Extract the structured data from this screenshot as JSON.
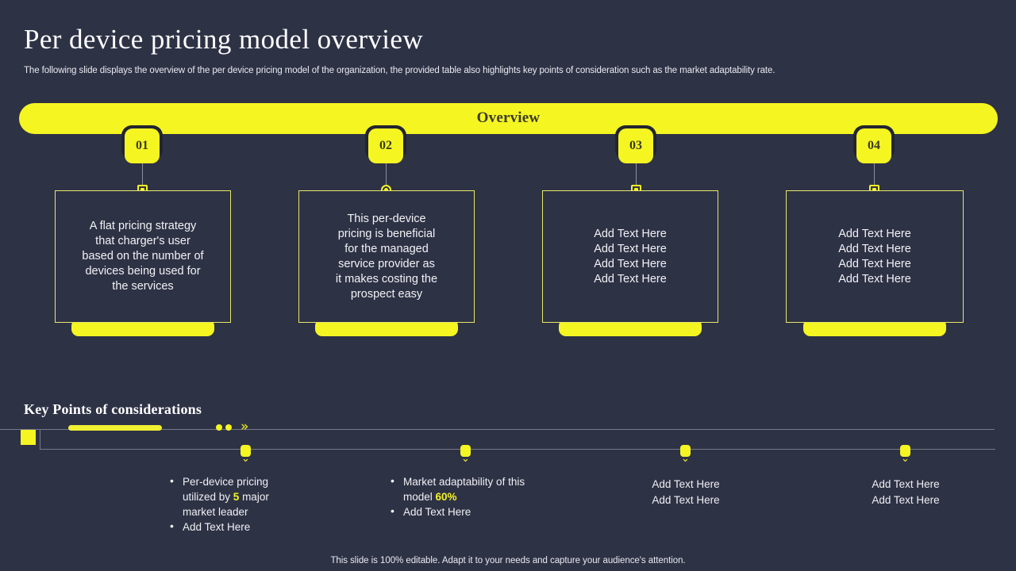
{
  "slide": {
    "title": "Per device pricing model overview",
    "subtitle": "The following slide displays the overview of the per device pricing model of the organization, the provided table also highlights key points of consideration such as the market adaptability rate.",
    "footer_note": "This slide is 100% editable. Adapt it to your needs and capture your audience's attention.",
    "background_color": "#2e3245",
    "accent_color": "#f5f522",
    "text_color": "#ffffff"
  },
  "overview": {
    "banner_label": "Overview",
    "columns": [
      {
        "number": "01",
        "marker_shape": "square",
        "body": "A flat pricing strategy\nthat charger's user\nbased on the number of\ndevices being used for\nthe services"
      },
      {
        "number": "02",
        "marker_shape": "circle",
        "body": "This per-device\npricing is beneficial\nfor the managed\nservice provider as\nit makes costing the\nprospect easy"
      },
      {
        "number": "03",
        "marker_shape": "square",
        "body": "Add Text Here\nAdd Text Here\nAdd Text Here\nAdd Text Here"
      },
      {
        "number": "04",
        "marker_shape": "square",
        "body": "Add Text Here\nAdd Text Here\nAdd Text Here\nAdd Text Here"
      }
    ]
  },
  "key_points": {
    "heading": "Key Points of considerations",
    "chevron_glyph": "»",
    "marker_chevron_glyph": "⌄",
    "groups": [
      {
        "bulleted": true,
        "items": [
          {
            "prefix": "Per-device pricing utilized by ",
            "highlight": "5",
            "suffix": " major market leader"
          },
          {
            "prefix": "Add Text Here",
            "highlight": "",
            "suffix": ""
          }
        ]
      },
      {
        "bulleted": true,
        "items": [
          {
            "prefix": "Market adaptability of this model ",
            "highlight": "60%",
            "suffix": ""
          },
          {
            "prefix": "Add Text Here",
            "highlight": "",
            "suffix": ""
          }
        ]
      },
      {
        "bulleted": false,
        "items": [
          {
            "prefix": "Add Text Here",
            "highlight": "",
            "suffix": ""
          },
          {
            "prefix": "Add Text Here",
            "highlight": "",
            "suffix": ""
          }
        ]
      },
      {
        "bulleted": false,
        "items": [
          {
            "prefix": "Add Text Here",
            "highlight": "",
            "suffix": ""
          },
          {
            "prefix": "Add Text Here",
            "highlight": "",
            "suffix": ""
          }
        ]
      }
    ]
  }
}
